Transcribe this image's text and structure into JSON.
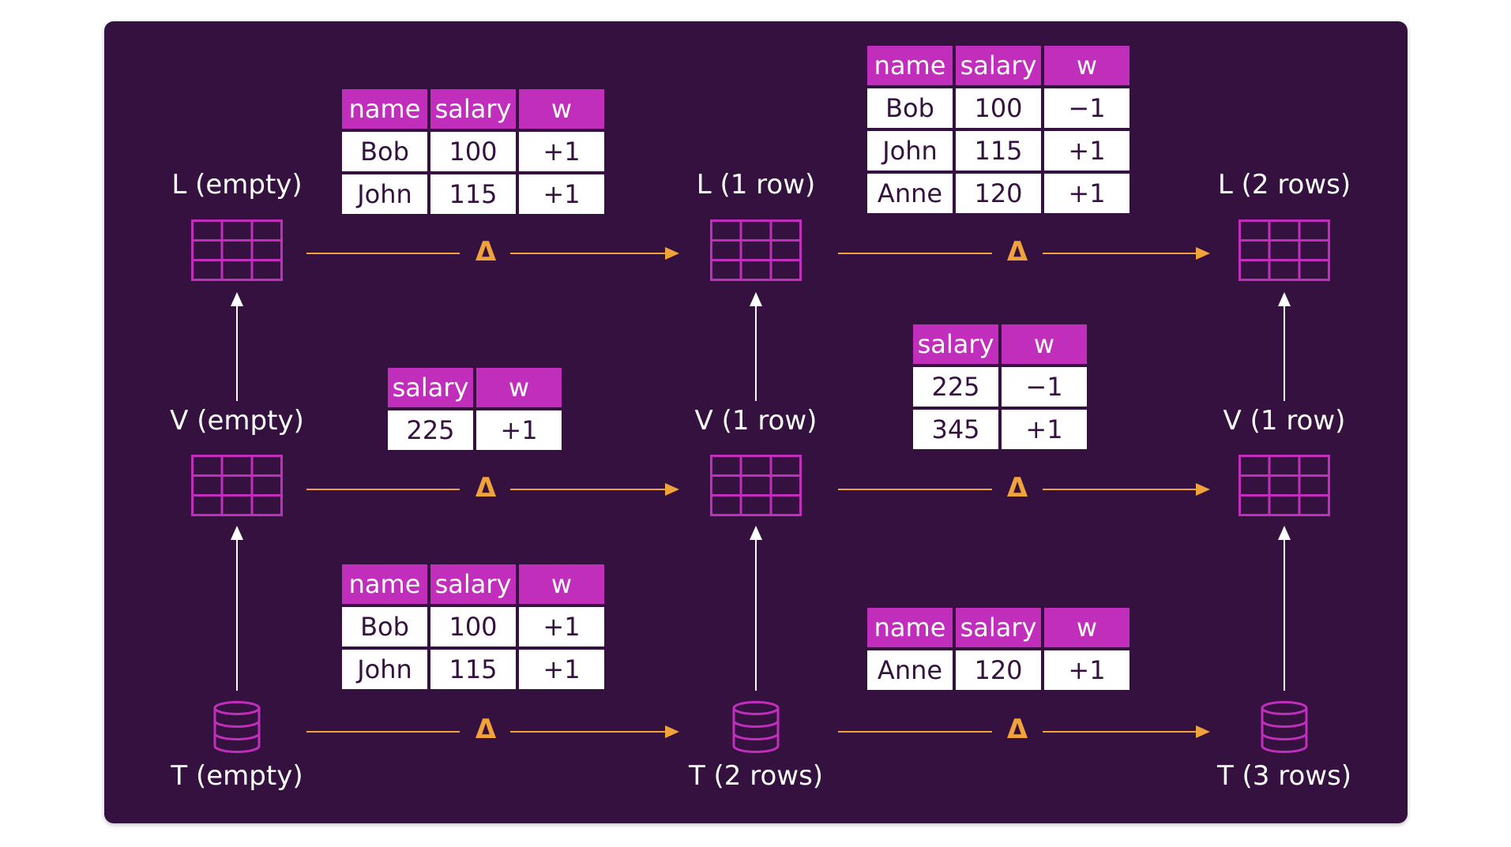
{
  "colors": {
    "background": "#34113f",
    "accent_magenta": "#c02ebb",
    "arrow_orange": "#f0a33a",
    "white": "#ffffff"
  },
  "symbols": {
    "delta": "Δ"
  },
  "labels": {
    "L_empty": "L (empty)",
    "L_1row": "L (1 row)",
    "L_2rows": "L (2 rows)",
    "V_empty": "V (empty)",
    "V_1row_mid": "V (1 row)",
    "V_1row_right": "V (1 row)",
    "T_empty": "T (empty)",
    "T_2rows": "T (2 rows)",
    "T_3rows": "T (3 rows)"
  },
  "tables": {
    "L_delta_1": {
      "headers": [
        "name",
        "salary",
        "w"
      ],
      "rows": [
        [
          "Bob",
          "100",
          "+1"
        ],
        [
          "John",
          "115",
          "+1"
        ]
      ]
    },
    "L_delta_2": {
      "headers": [
        "name",
        "salary",
        "w"
      ],
      "rows": [
        [
          "Bob",
          "100",
          "−1"
        ],
        [
          "John",
          "115",
          "+1"
        ],
        [
          "Anne",
          "120",
          "+1"
        ]
      ]
    },
    "V_delta_1": {
      "headers": [
        "salary",
        "w"
      ],
      "rows": [
        [
          "225",
          "+1"
        ]
      ]
    },
    "V_delta_2": {
      "headers": [
        "salary",
        "w"
      ],
      "rows": [
        [
          "225",
          "−1"
        ],
        [
          "345",
          "+1"
        ]
      ]
    },
    "T_delta_1": {
      "headers": [
        "name",
        "salary",
        "w"
      ],
      "rows": [
        [
          "Bob",
          "100",
          "+1"
        ],
        [
          "John",
          "115",
          "+1"
        ]
      ]
    },
    "T_delta_2": {
      "headers": [
        "name",
        "salary",
        "w"
      ],
      "rows": [
        [
          "Anne",
          "120",
          "+1"
        ]
      ]
    }
  }
}
